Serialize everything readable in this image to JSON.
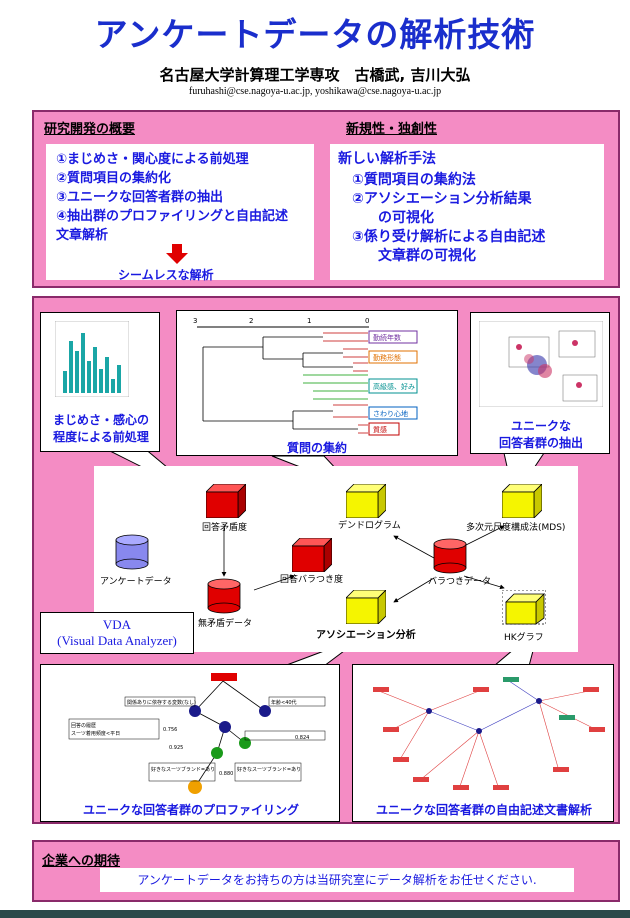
{
  "header": {
    "title": "アンケートデータの解析技術",
    "authors": "名古屋大学計算理工学専攻　古橋武, 吉川大弘",
    "emails": "furuhashi@cse.nagoya-u.ac.jp,  yoshikawa@cse.nagoya-u.ac.jp"
  },
  "overview": {
    "heading": "研究開発の概要",
    "items": [
      "①まじめさ・関心度による前処理",
      "②質問項目の集約化",
      "③ユニークな回答者群の抽出",
      "④抽出群のプロファイリングと自由記述",
      "文章解析"
    ],
    "arrow_label": "シームレスな解析"
  },
  "novelty": {
    "heading": "新規性・独創性",
    "lead": "新しい解析手法",
    "items": [
      "①質問項目の集約法",
      "②アソシエーション分析結果",
      "の可視化",
      "③係り受け解析による自由記述",
      "文章群の可視化"
    ]
  },
  "middle": {
    "cap_preprocess_1": "まじめさ・感心の",
    "cap_preprocess_2": "程度による前処理",
    "cap_aggregate": "質問の集約",
    "cap_unique_1": "ユニークな",
    "cap_unique_2": "回答者群の抽出",
    "cap_profile": "ユニークな回答者群のプロファイリング",
    "cap_freetext": "ユニークな回答者群の自由記述文書解析",
    "vda_1": "VDA",
    "vda_2": "(Visual Data Analyzer)",
    "dendro_axis": [
      "3",
      "2",
      "1",
      "0"
    ],
    "dendro_legend": [
      "勤続年数",
      "勤務形態",
      "高級感、好み",
      "さわり心地",
      "質感"
    ],
    "flow": {
      "survey": "アンケートデータ",
      "answer_degree": "回答矛盾度",
      "contradiction": "無矛盾データ",
      "variance": "回答バラつき度",
      "variance_data": "バラつきデータ",
      "dendrogram": "デンドログラム",
      "mds": "多次元尺度構成法(MDS)",
      "association": "アソシエーション分析",
      "hk": "HKグラフ"
    },
    "profile_labels": [
      "関係ありに依存する変数(なし)",
      "年齢<40代",
      "回答の履歴",
      "スーツ着用頻度<平日",
      "0.756",
      "0.925",
      "0.824",
      "0.880",
      "好きなスーツブランド=あり",
      "好きなスーツブランド=あり"
    ]
  },
  "expect": {
    "heading": "企業への期待",
    "text": "アンケートデータをお持ちの方は当研究室にデータ解析をお任せください."
  },
  "colors": {
    "pink": "#f48cc4",
    "blue": "#1a1ae0",
    "title": "#1a2ecc",
    "red": "#e00000",
    "yellow": "#f5f500",
    "purple": "#8888ee"
  }
}
